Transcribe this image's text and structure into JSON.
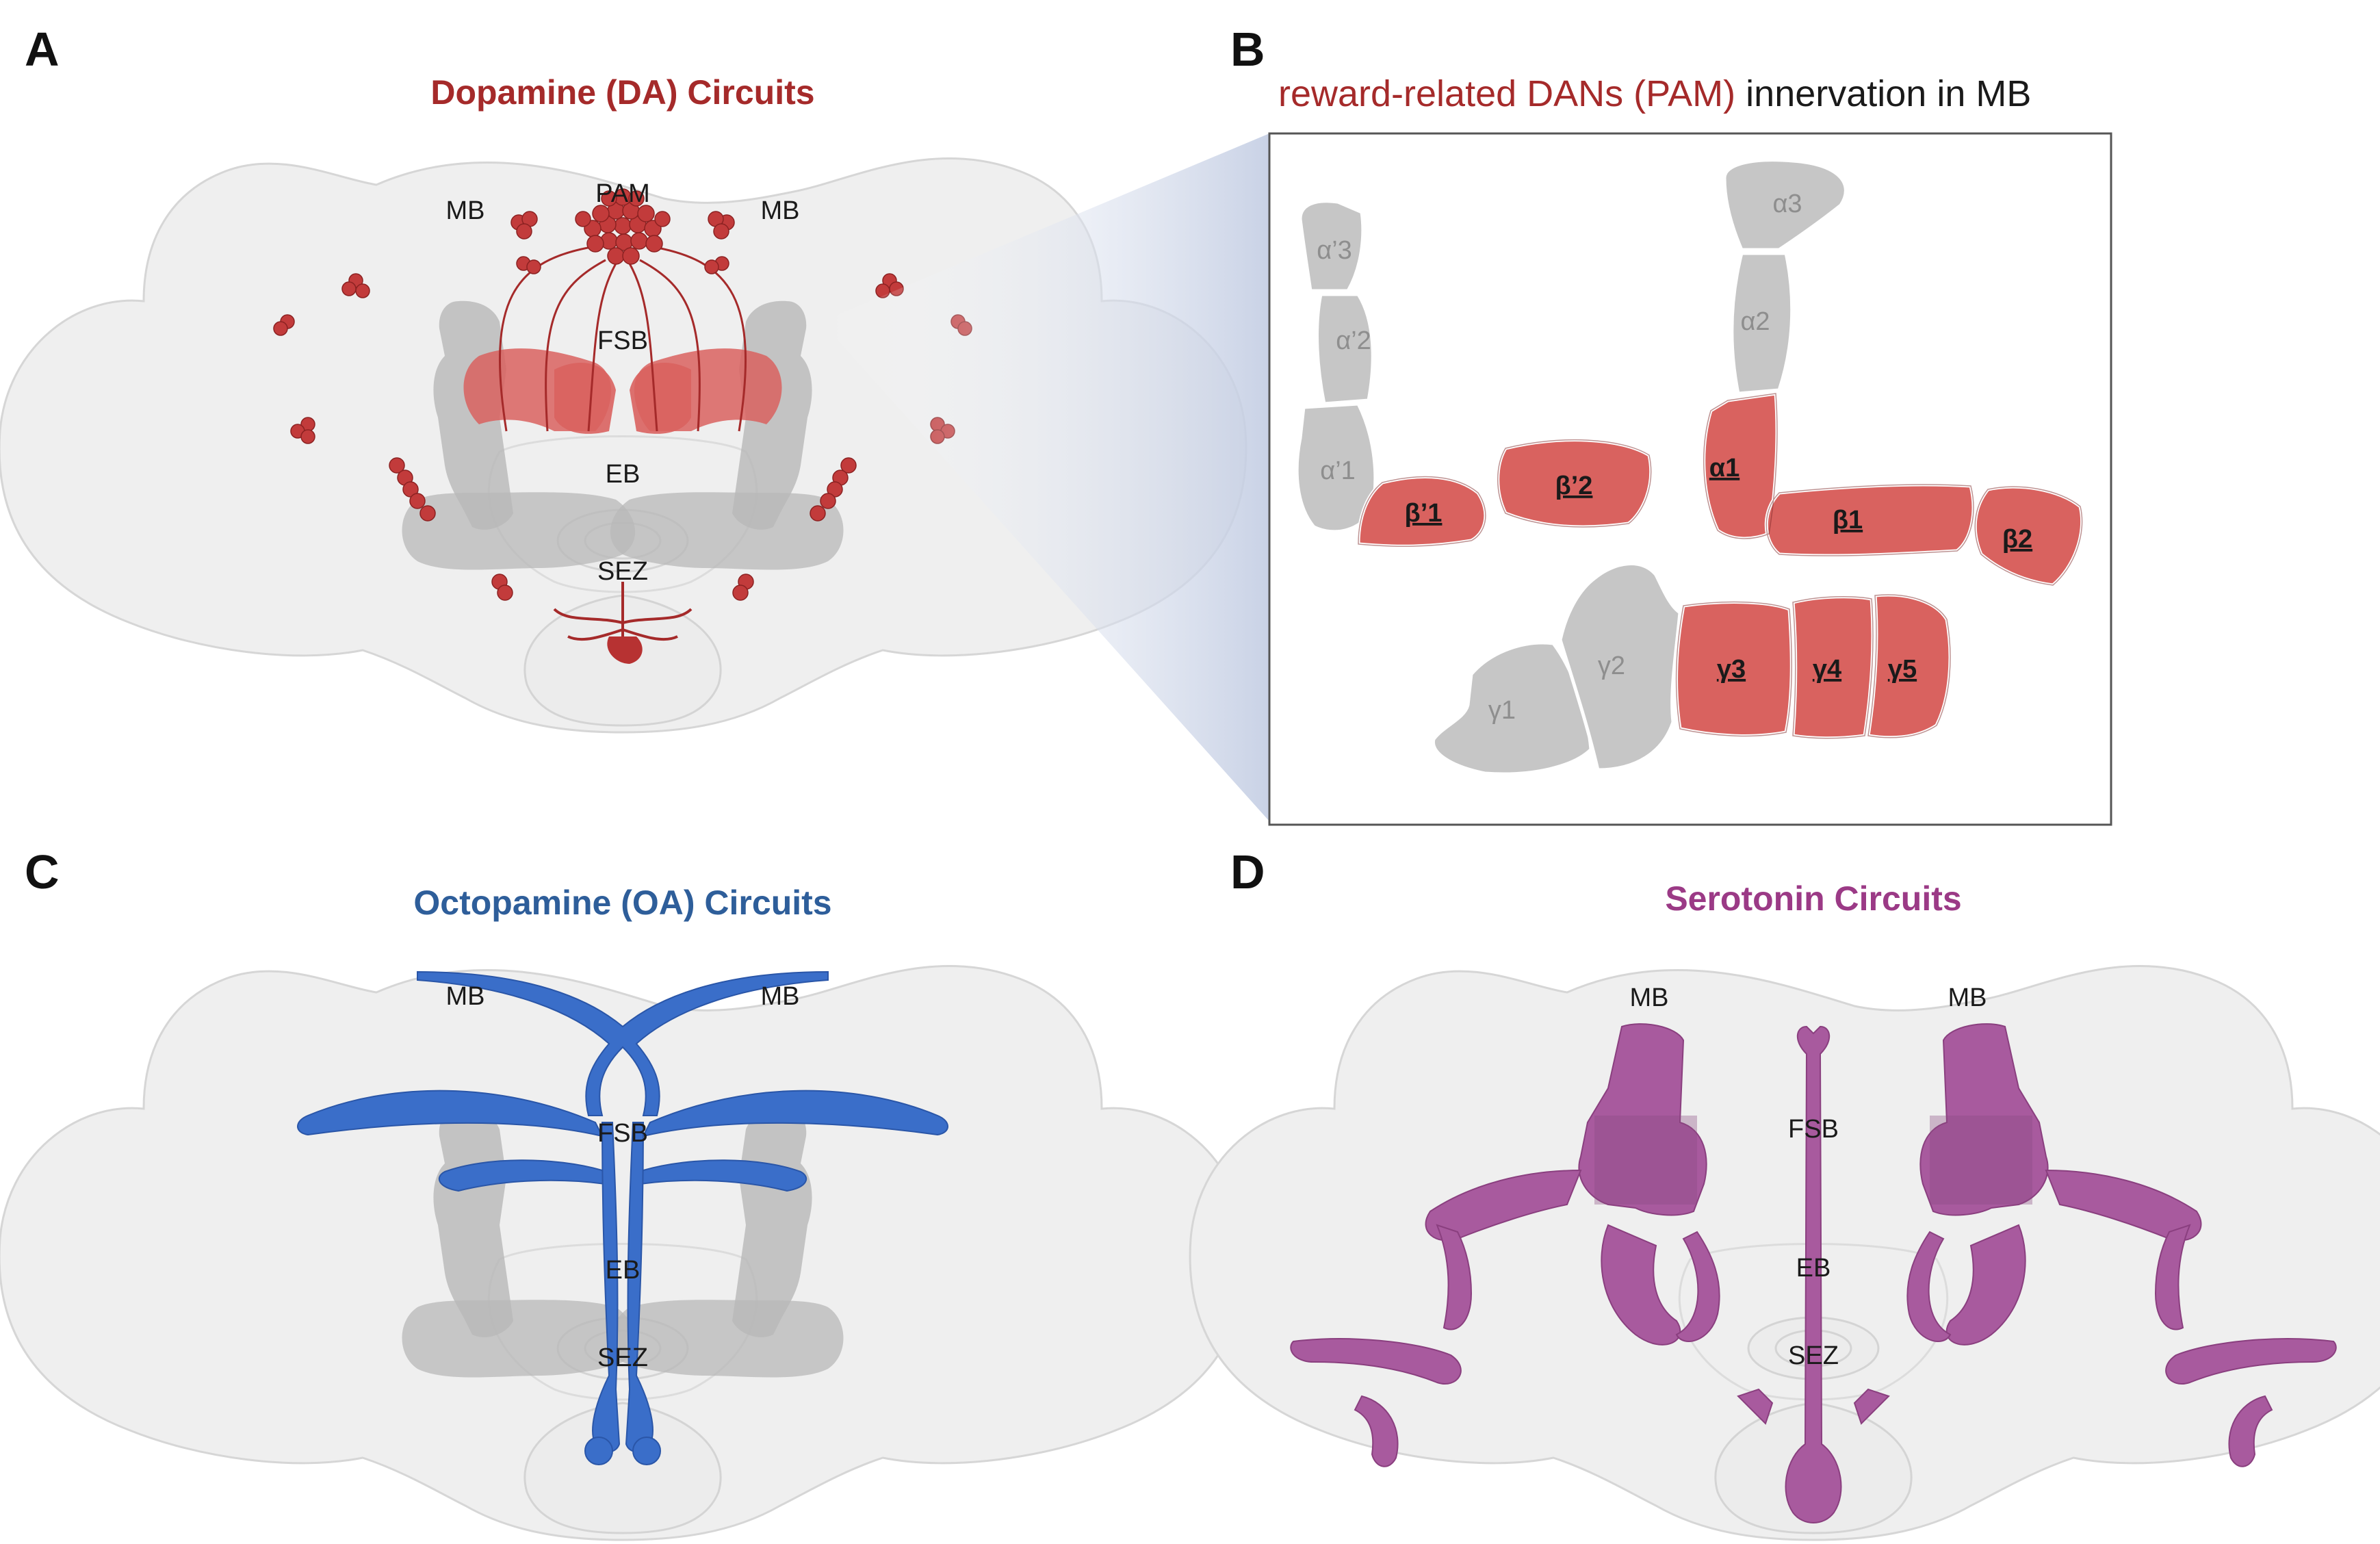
{
  "panels": {
    "a": {
      "letter": "A",
      "title": "Dopamine (DA) Circuits"
    },
    "b": {
      "letter": "B",
      "title_highlight": "reward-related DANs (PAM)",
      "title_rest": " innervation in MB"
    },
    "c": {
      "letter": "C",
      "title": "Octopamine (OA) Circuits"
    },
    "d": {
      "letter": "D",
      "title": "Serotonin Circuits"
    }
  },
  "labels": {
    "mb": "MB",
    "pam": "PAM",
    "fsb": "FSB",
    "eb": "EB",
    "sez": "SEZ"
  },
  "compartments": {
    "alpha_p3": "α’3",
    "alpha_p2": "α’2",
    "alpha_p1": "α’1",
    "beta_p1": "β’1",
    "beta_p2": "β’2",
    "alpha3": "α3",
    "alpha2": "α2",
    "alpha1": "α1",
    "beta1": "β1",
    "beta2": "β2",
    "gamma1": "γ1",
    "gamma2": "γ2",
    "gamma3": "γ3",
    "gamma4": "γ4",
    "gamma5": "γ5"
  },
  "colors": {
    "dopamine": "#a52a2a",
    "dopamine_fill": "#d9625f",
    "dopamine_cell": "#c23b3b",
    "octopamine_title": "#2e5e9a",
    "octopamine_fill": "#3a6ec9",
    "serotonin_title": "#9b3a86",
    "serotonin_fill": "#a85a9e",
    "brain": "#efefef",
    "brain_stroke": "#d9d9d9",
    "mb_gray": "#b8b8b8",
    "compartment_gray": "#c6c6c6"
  }
}
